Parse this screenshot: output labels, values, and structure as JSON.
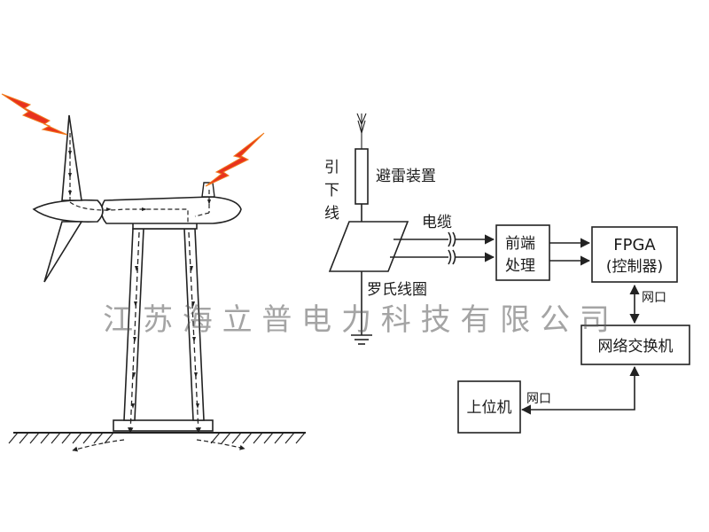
{
  "diagram": {
    "lead_wire_label": [
      "引",
      "下",
      "线"
    ],
    "arrester_label": "避雷装置",
    "cable_label": "电缆",
    "rogowski_label": "罗氏线圈",
    "frontend_label": [
      "前端",
      "处理"
    ],
    "fpga_label": [
      "FPGA",
      "(控制器)"
    ],
    "port_label_right": "网口",
    "switch_label": "网络交换机",
    "host_label": "上位机",
    "port_label_bottom": "网口"
  },
  "watermark": "江 苏 海 立 普 电 力 科 技 有 限 公 司",
  "colors": {
    "lightning_red": "#e8321e",
    "lightning_orange": "#f07a1c",
    "line": "#222222"
  }
}
